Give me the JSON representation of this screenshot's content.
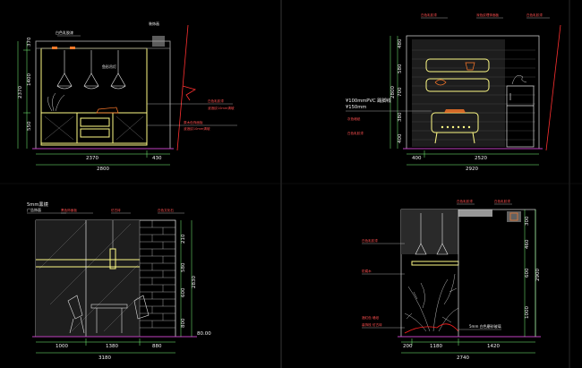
{
  "canvas": {
    "background": "#000000"
  },
  "colors": {
    "frame": "#fffb86",
    "dimension": "#7cff7c",
    "leader": "#c8c8c8",
    "note_red": "#ff5050",
    "floor": "#c040c0"
  },
  "panels": {
    "top_left": {
      "width_dims": [
        "2370",
        "430"
      ],
      "total_width": "2800",
      "height_dims": [
        "370",
        "1400",
        "550"
      ],
      "total_height": "2370",
      "label_dim": "50",
      "notes": [
        "鱼形吊灯",
        "白色乳胶漆",
        "波浪纹10mm清玻",
        "原木色饰面板",
        "装饰画",
        "白色乳胶漆",
        "波浪纹10mm清玻"
      ]
    },
    "top_right": {
      "width_dims": [
        "400",
        "2520"
      ],
      "total_width": "2920",
      "height_dims": [
        "480",
        "580",
        "700",
        "380",
        "400"
      ],
      "total_height": "2800",
      "pvc_note": "¥100mmPVC 踢脚线",
      "pvc_note2": "¥150mm",
      "notes": [
        "白色乳胶漆",
        "深色纹理饰面板",
        "白色乳胶漆",
        "灰色墙纸",
        "白色乳胶漆"
      ]
    },
    "bottom_left": {
      "top_note": "5mm黑镜",
      "top_note2": "广告饰面",
      "width_dims": [
        "1000",
        "1380",
        "880"
      ],
      "total_width": "3180",
      "height_dims": [
        "210",
        "580",
        "600",
        "800"
      ],
      "total_height": "2830",
      "floor_dim": "80.00",
      "notes": [
        "黑色饰面板",
        "仿古砖",
        "白色文化石"
      ]
    },
    "bottom_right": {
      "width_dims": [
        "200",
        "1180",
        "1420"
      ],
      "total_width": "2740",
      "height_dims": [
        "300",
        "460",
        "600",
        "1000"
      ],
      "total_height": "2900",
      "glass_note": "5mm 白色磨砂玻璃",
      "notes": [
        "白色乳胶漆",
        "白色乳胶漆",
        "防腐木",
        "白色乳胶漆",
        "酒红色 墙纸",
        "装饰枝 仿古砖"
      ]
    }
  }
}
